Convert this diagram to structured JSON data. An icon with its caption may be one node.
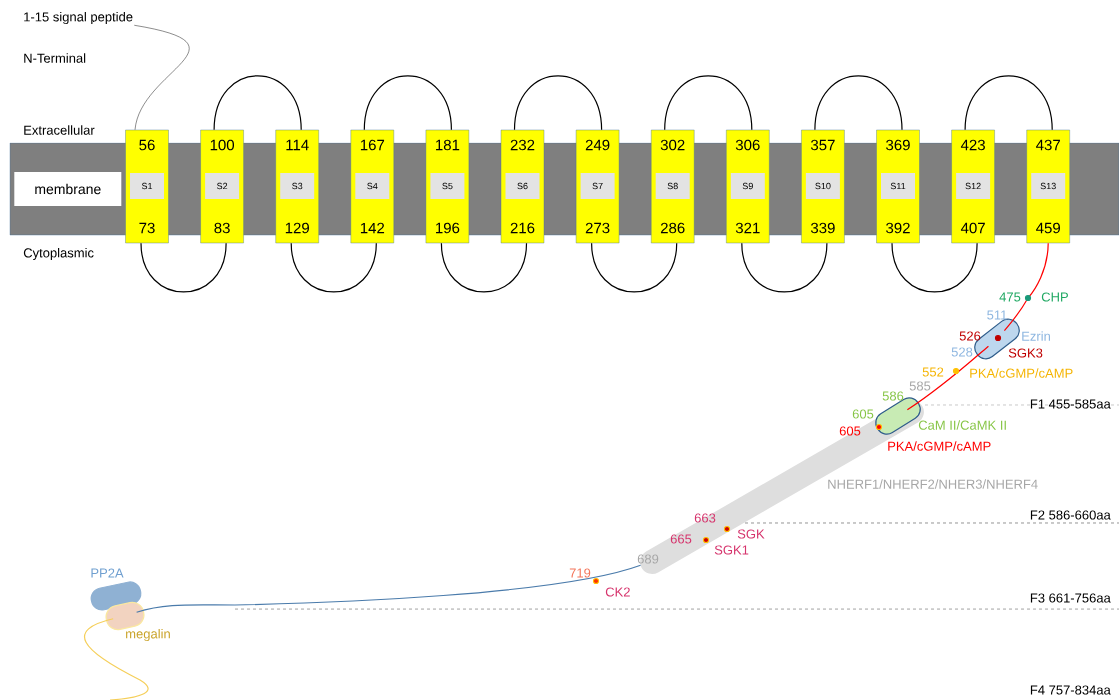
{
  "diagram": {
    "nodes": [
      {
        "text": [
          "1-15 signal peptide"
        ]
      },
      {
        "text": [],
        "shape": "bar"
      },
      {
        "text": [
          "membrane"
        ],
        "in": 1
      },
      {
        "text": [
          "56",
          "S1",
          "73"
        ]
      },
      {
        "text": [
          "100",
          "S2",
          "83"
        ]
      },
      {
        "text": [
          "114",
          "S3",
          "129"
        ]
      },
      {
        "text": [
          "167",
          "S4",
          "142"
        ]
      },
      {
        "text": [
          "181",
          "S5",
          "196"
        ]
      },
      {
        "text": [
          "232",
          "S6",
          "216"
        ]
      },
      {
        "text": [
          "249",
          "S7",
          "273"
        ]
      },
      {
        "text": [
          "302",
          "S8",
          "286"
        ]
      },
      {
        "text": [
          "306",
          "S9",
          "321"
        ]
      },
      {
        "text": [
          "357",
          "S10",
          "339"
        ]
      },
      {
        "text": [
          "369",
          "S11",
          "392"
        ]
      },
      {
        "text": [
          "423",
          "S12",
          "407"
        ]
      },
      {
        "text": [
          "437",
          "S13",
          "459"
        ]
      },
      {
        "text": [],
        "shape": "box",
        "beside": [
          "Ezrin"
        ]
      },
      {
        "text": [],
        "shape": "box",
        "beside": [
          "CaM II/CaMK II"
        ]
      },
      {
        "text": [],
        "shape": "bar",
        "beside": [
          "NHERF1/NHERF2/NHER3/NHERF4"
        ]
      },
      {
        "text": [],
        "shape": "box",
        "beside": [
          "PP2A"
        ]
      },
      {
        "text": [],
        "shape": "box",
        "beside": [
          "megalin"
        ]
      }
    ],
    "edges": [
      {
        "from": 0,
        "to": 3,
        "arrow": "none",
        "color": "#404040"
      },
      {
        "from": 3,
        "to": 4,
        "arrow": "none"
      },
      {
        "from": 4,
        "to": 5,
        "arrow": "none"
      },
      {
        "from": 5,
        "to": 6,
        "arrow": "none"
      },
      {
        "from": 6,
        "to": 7,
        "arrow": "none"
      },
      {
        "from": 7,
        "to": 8,
        "arrow": "none"
      },
      {
        "from": 8,
        "to": 9,
        "arrow": "none"
      },
      {
        "from": 9,
        "to": 10,
        "arrow": "none"
      },
      {
        "from": 10,
        "to": 11,
        "arrow": "none"
      },
      {
        "from": 11,
        "to": 12,
        "arrow": "none"
      },
      {
        "from": 12,
        "to": 13,
        "arrow": "none"
      },
      {
        "from": 13,
        "to": 14,
        "arrow": "none"
      },
      {
        "from": 14,
        "to": 15,
        "arrow": "none"
      },
      {
        "from": 15,
        "to": 16,
        "arrow": "none",
        "color": "#ff0000"
      },
      {
        "from": 16,
        "to": 17,
        "arrow": "none",
        "color": "#ff0000"
      },
      {
        "from": 18,
        "to": 20,
        "arrow": "none",
        "color": "#4a7bab"
      },
      {
        "from": 20,
        "to": null,
        "arrow": "none",
        "color": "#f5cf5a"
      }
    ],
    "labels": [
      "N-Terminal",
      "Extracellular",
      "Cytoplasmic",
      "475",
      "CHP",
      "511",
      "526",
      "SGK3",
      "528",
      "552",
      "PKA/cGMP/cAMP",
      "585",
      "F1 455-585aa",
      "586",
      "605",
      "605",
      "PKA/cGMP/cAMP",
      "663",
      "SGK",
      "665",
      "SGK1",
      "F2 586-660aa",
      "689",
      "719",
      "CK2",
      "F3 661-756aa",
      "F4 757-834aa"
    ]
  }
}
